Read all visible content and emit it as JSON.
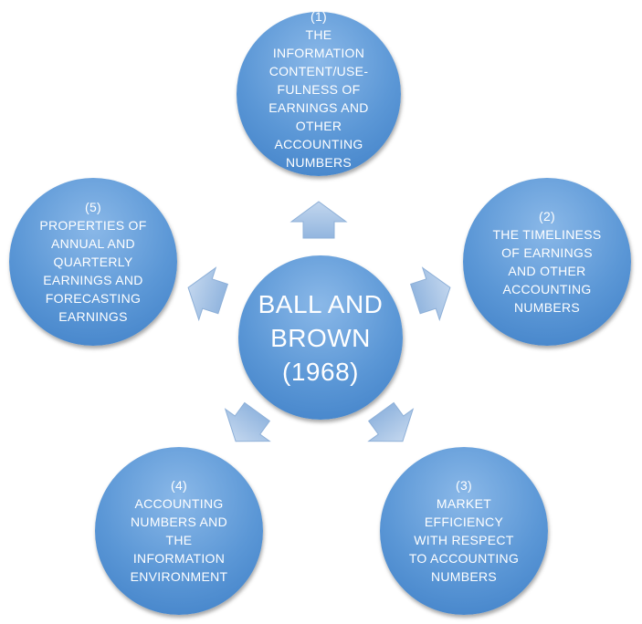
{
  "center": {
    "lines": [
      "BALL AND",
      "BROWN",
      "(1968)"
    ]
  },
  "nodes": [
    {
      "id": "1",
      "lines": [
        "(1)",
        "THE",
        "INFORMATION",
        "CONTENT/USE-",
        "FULNESS OF",
        "EARNINGS AND",
        "OTHER",
        "ACCOUNTING",
        "NUMBERS"
      ]
    },
    {
      "id": "2",
      "lines": [
        "(2)",
        "THE TIMELINESS",
        "OF EARNINGS",
        "AND OTHER",
        "ACCOUNTING",
        "NUMBERS"
      ]
    },
    {
      "id": "3",
      "lines": [
        "(3)",
        "MARKET",
        "EFFICIENCY",
        "WITH RESPECT",
        "TO ACCOUNTING",
        "NUMBERS"
      ]
    },
    {
      "id": "4",
      "lines": [
        "(4)",
        "ACCOUNTING",
        "NUMBERS AND",
        "THE",
        "INFORMATION",
        "ENVIRONMENT"
      ]
    },
    {
      "id": "5",
      "lines": [
        "(5)",
        "PROPERTIES OF",
        "ANNUAL AND",
        "QUARTERLY",
        "EARNINGS AND",
        "FORECASTING",
        "EARNINGS"
      ]
    }
  ],
  "colors": {
    "circle_fill": "#5b97d6",
    "arrow_fill": "#a9c4e4",
    "arrow_stroke": "#8eb0d8",
    "text": "#ffffff"
  }
}
